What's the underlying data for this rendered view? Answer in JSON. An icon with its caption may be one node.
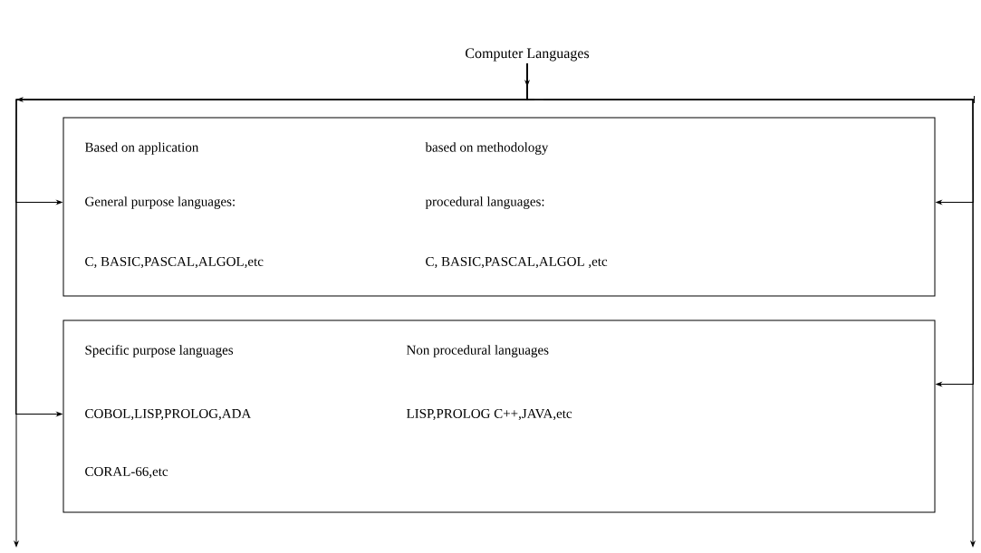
{
  "diagram": {
    "nodes": [
      {
        "text": [
          "Computer Languages"
        ]
      },
      {
        "text": [
          "Based on application",
          "based on methodology",
          "General  purpose languages:",
          "procedural languages:",
          "C, BASIC,PASCAL,ALGOL,etc",
          "C, BASIC,PASCAL,ALGOL ,etc"
        ]
      },
      {
        "text": [
          "Specific purpose languages",
          "Non procedural languages",
          "COBOL,LISP,PROLOG,ADA",
          "LISP,PROLOG C++,JAVA,etc",
          "CORAL-66,etc"
        ]
      }
    ],
    "edges": [
      {
        "from": 0,
        "to": 1,
        "arrow": "to"
      },
      {
        "from": 0,
        "to": 1,
        "arrow": "to"
      },
      {
        "from": 0,
        "to": 2,
        "arrow": "to"
      },
      {
        "from": 0,
        "to": 2,
        "arrow": "to"
      },
      {
        "from": 0,
        "to": null,
        "arrow": "to"
      },
      {
        "from": 0,
        "to": null,
        "arrow": "to"
      }
    ]
  }
}
